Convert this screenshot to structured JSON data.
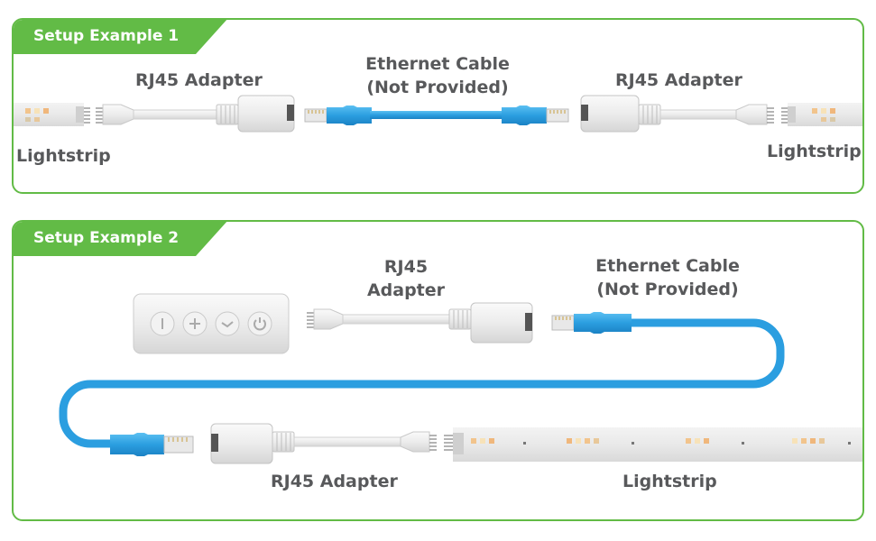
{
  "colors": {
    "accent": "#62bb46",
    "cable": "#2b9ee0",
    "text": "#58595b"
  },
  "example1": {
    "tab": "Setup Example 1",
    "label_left_adapter": "RJ45 Adapter",
    "label_cable_line1": "Ethernet Cable",
    "label_cable_line2": "(Not Provided)",
    "label_right_adapter": "RJ45 Adapter",
    "label_left_strip": "Lightstrip",
    "label_right_strip": "Lightstrip"
  },
  "example2": {
    "tab": "Setup Example 2",
    "label_top_adapter_line1": "RJ45",
    "label_top_adapter_line2": "Adapter",
    "label_cable_line1": "Ethernet Cable",
    "label_cable_line2": "(Not Provided)",
    "label_bottom_adapter": "RJ45 Adapter",
    "label_strip": "Lightstrip"
  }
}
